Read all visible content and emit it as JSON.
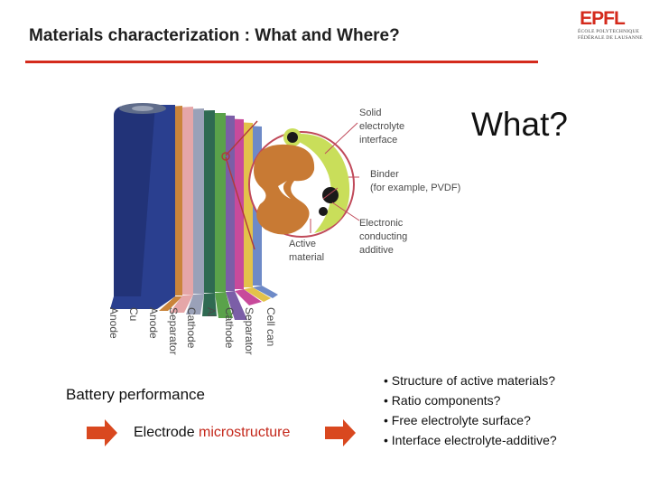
{
  "slide": {
    "title": "Materials characterization : What and Where?",
    "what_heading": "What?",
    "battery_performance": "Battery performance",
    "electrode_prefix": "Electrode ",
    "electrode_highlight": "microstructure",
    "bullets": [
      "• Structure of active materials?",
      "• Ratio components?",
      "• Free electrolyte surface?",
      "• Interface electrolyte-additive?"
    ],
    "accent_color": "#d42a1c",
    "arrow_color": "#d9481f"
  },
  "logo": {
    "text": "EPFL",
    "line1": "ÉCOLE POLYTECHNIQUE",
    "line2": "FÉDÉRALE DE LAUSANNE"
  },
  "figure": {
    "callouts": {
      "sei_1": "Solid",
      "sei_2": "electrolyte",
      "sei_3": "interface",
      "binder_1": "Binder",
      "binder_2": "(for example, PVDF)",
      "ecad_1": "Electronic",
      "ecad_2": "conducting",
      "ecad_3": "additive",
      "active_1": "Active",
      "active_2": "material"
    },
    "layer_labels": [
      "Anode",
      "Cu",
      "Anode",
      "Separator",
      "Cathode",
      "Al",
      "Cathode",
      "Separator",
      "Cell can"
    ],
    "layer_colors": [
      "#2a3f8f",
      "#c9843a",
      "#e5a6a8",
      "#9aa1b8",
      "#2f6a52",
      "#5aa24a",
      "#7b5ea7",
      "#c84a9b",
      "#e3c24a",
      "#6e8ac7"
    ]
  }
}
